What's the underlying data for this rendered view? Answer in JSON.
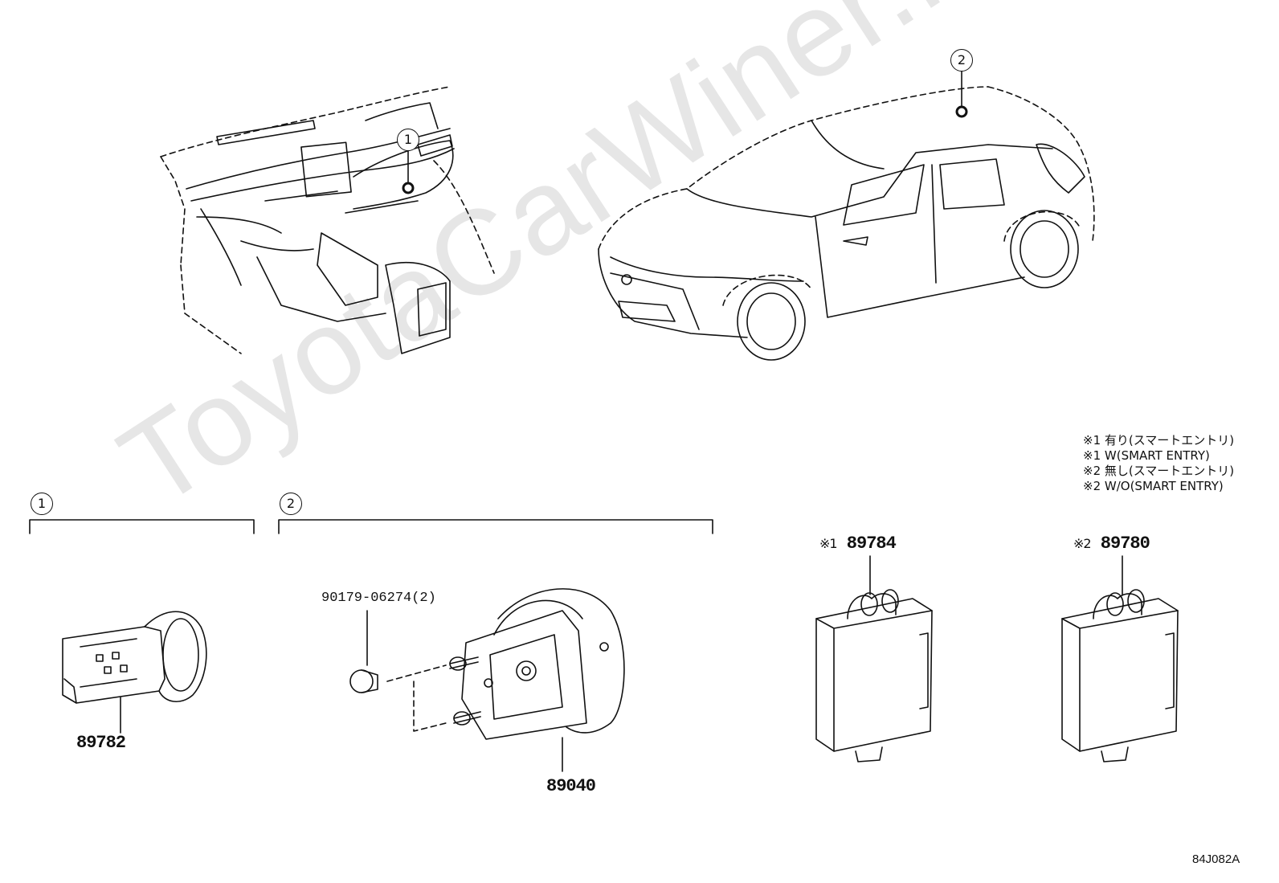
{
  "watermark": "ToyotaCarWiner.ru",
  "callouts": {
    "one": "1",
    "two": "2"
  },
  "notes": [
    "※1 有り(スマートエントリ)",
    "※1 W(SMART ENTRY)",
    "※2 無し(スマートエントリ)",
    "※2 W/O(SMART ENTRY)"
  ],
  "parts": {
    "p89782": "89782",
    "p90179": "90179-06274(2)",
    "p89040": "89040",
    "p89784": {
      "mark": "※1",
      "number": "89784"
    },
    "p89780": {
      "mark": "※2",
      "number": "89780"
    }
  },
  "figure_code": "84J082A"
}
